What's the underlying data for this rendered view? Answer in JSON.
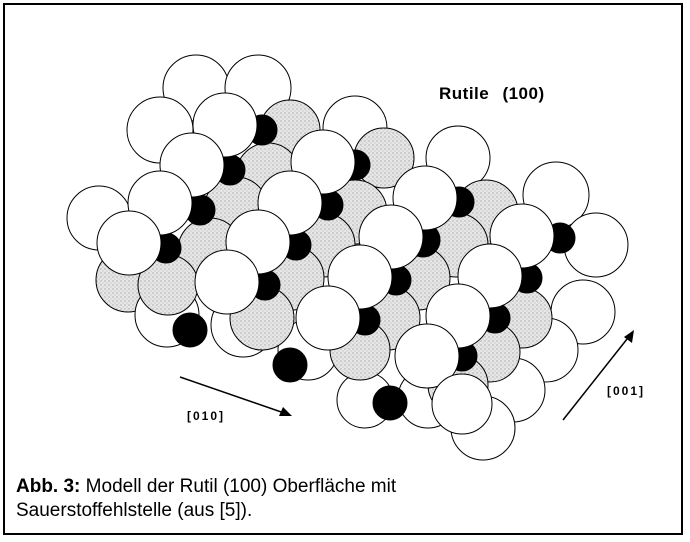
{
  "figure": {
    "title": "Rutile  (100)",
    "direction_a": "[010]",
    "direction_b": "[001]"
  },
  "caption": {
    "label": "Abb. 3:",
    "line1": " Modell der Rutil (100) Oberfläche mit",
    "line2": "Sauerstoffehlstelle (aus [5])."
  },
  "colors": {
    "atom_white": "#ffffff",
    "atom_stipple": "#d9d9d9",
    "atom_dark": "#000000",
    "outline": "#000000"
  }
}
